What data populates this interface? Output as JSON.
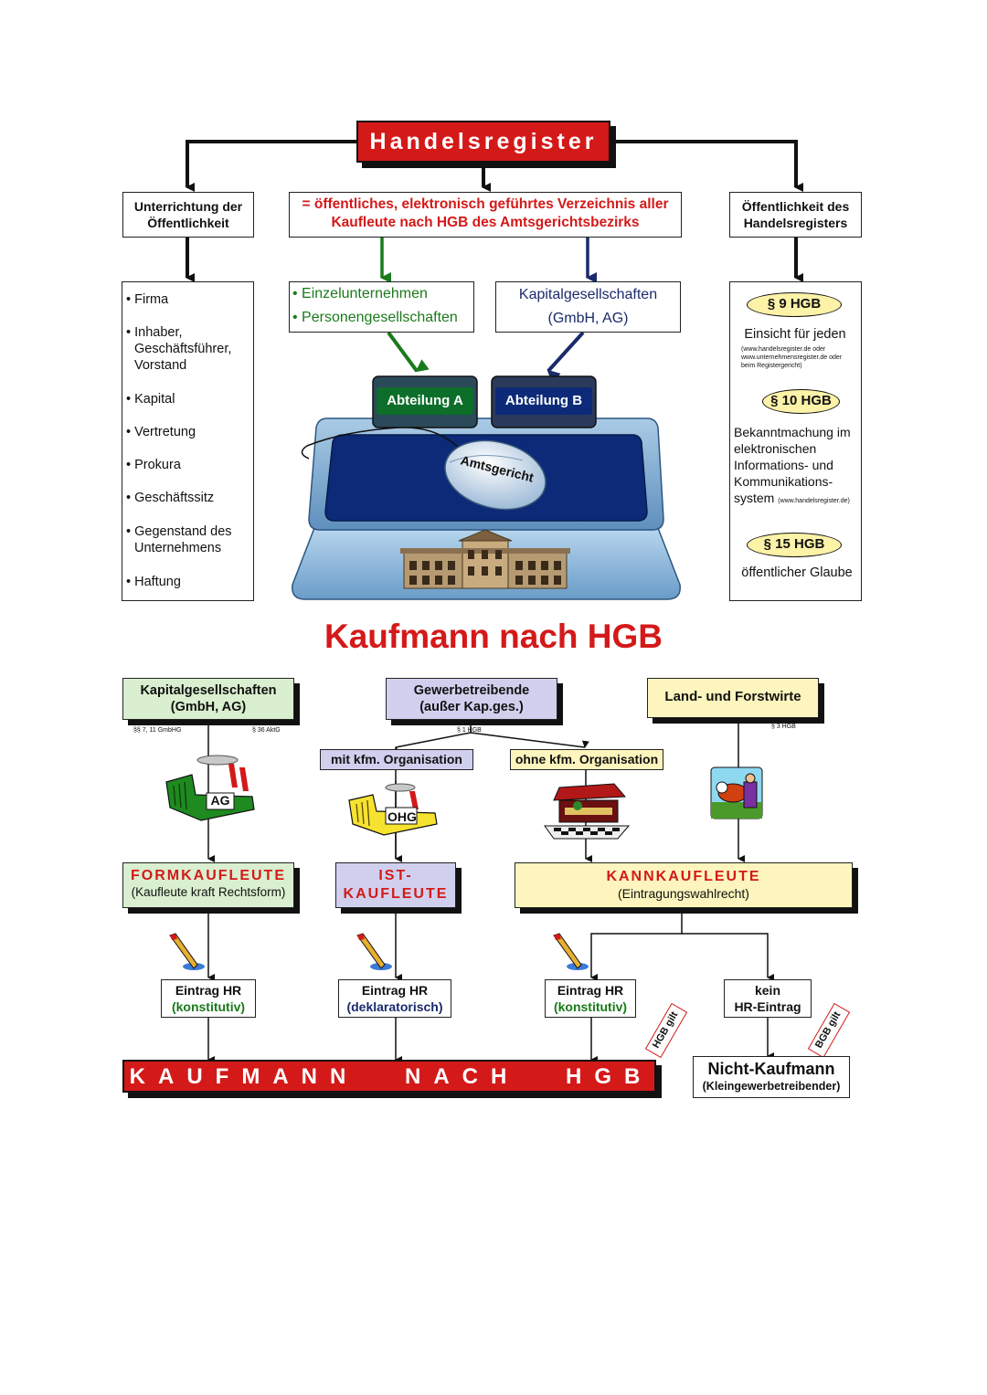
{
  "register": {
    "title": "Handelsregister",
    "left_box": "Unterrichtung der Öffentlichkeit",
    "center_box": "= öffentliches, elektronisch geführtes Verzeichnis aller Kaufleute nach HGB des Amtsgerichtsbezirks",
    "right_box": "Öffentlichkeit des Handelsregisters",
    "left_items": [
      "Firma",
      "Inhaber, Geschäftsführer, Vorstand",
      "Kapital",
      "Vertretung",
      "Prokura",
      "Geschäftssitz",
      "Gegenstand des Unternehmens",
      "Haftung"
    ],
    "green_items": [
      "Einzelunternehmen",
      "Personengesellschaften"
    ],
    "blue_box_line1": "Kapitalgesellschaften",
    "blue_box_line2": "(GmbH, AG)",
    "dept_a": "Abteilung A",
    "dept_b": "Abteilung B",
    "mouse_label": "Amtsgericht",
    "p9": "§ 9 HGB",
    "p9_text": "Einsicht für jeden",
    "p9_small": "(www.handelsregister.de oder www.unternehmensregister.de oder beim Registergericht)",
    "p10": "§ 10 HGB",
    "p10_text": "Bekanntmachung im elektronischen Informations- und Kommunikations-system",
    "p10_small": "(www.handelsregister.de)",
    "p15": "§ 15 HGB",
    "p15_text": "öffentlicher Glaube"
  },
  "kaufmann": {
    "title": "Kaufmann nach HGB",
    "top_left_line1": "Kapitalgesellschaften",
    "top_left_line2": "(GmbH, AG)",
    "ref_gmbhg": "§§ 7, 11 GmbHG",
    "ref_aktg": "§ 36 AktG",
    "top_mid_line1": "Gewerbetreibende",
    "top_mid_line2": "(außer Kap.ges.)",
    "ref_1hgb": "§ 1 HGB",
    "top_right": "Land- und Forstwirte",
    "ref_3hgb": "§ 3 HGB",
    "mit_org": "mit kfm. Organisation",
    "ohne_org": "ohne kfm. Organisation",
    "ag_label": "AG",
    "ohg_label": "OHG",
    "form_title": "FORMKAUFLEUTE",
    "form_sub": "(Kaufleute kraft Rechtsform)",
    "ist_line1": "IST-",
    "ist_line2": "KAUFLEUTE",
    "kann_title": "KANNKAUFLEUTE",
    "kann_sub": "(Eintragungswahlrecht)",
    "eintrag": "Eintrag HR",
    "konstitutiv": "(konstitutiv)",
    "deklaratorisch": "(deklaratorisch)",
    "kein_line1": "kein",
    "kein_line2": "HR-Eintrag",
    "bottom_bar": "KAUFMANN NACH HGB",
    "hgb_gilt": "HGB gilt",
    "bgb_gilt": "BGB gilt",
    "nicht_kaufmann": "Nicht-Kaufmann",
    "kleingewerbe": "(Kleingewerbetreibender)"
  },
  "colors": {
    "red": "#d41919",
    "green": "#1a7a1a",
    "navy": "#1b2a6b",
    "platform": "#7fb0d8",
    "pad": "#0d2a78"
  }
}
